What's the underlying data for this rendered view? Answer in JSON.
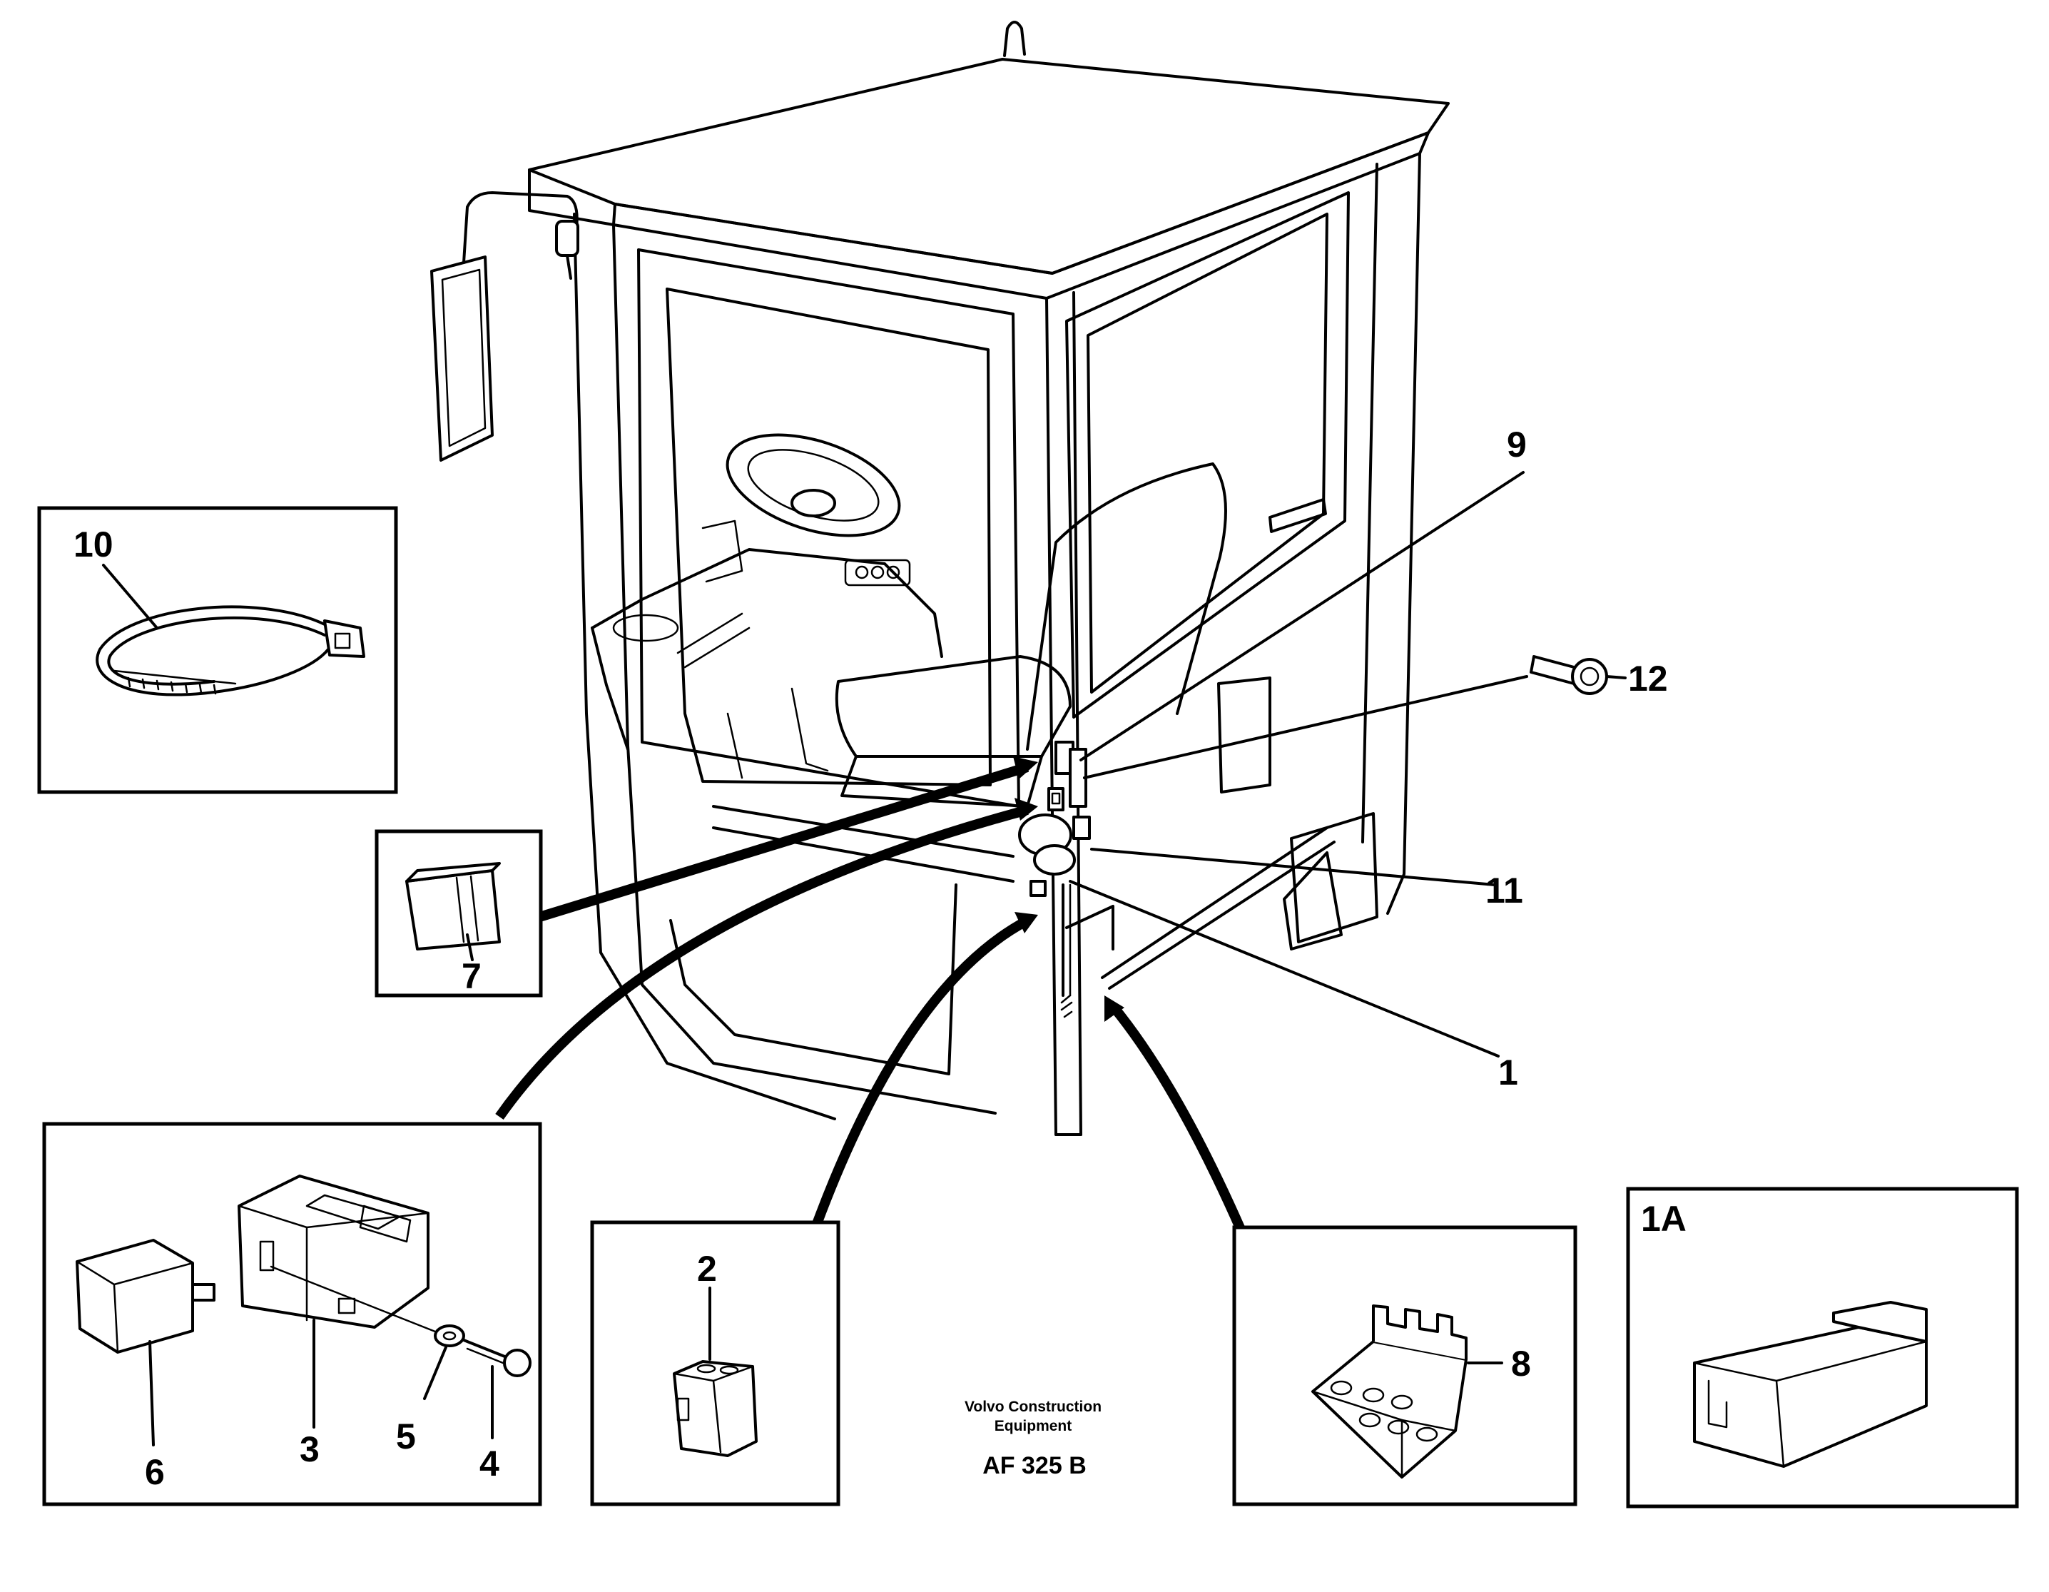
{
  "callouts": {
    "c1": "1",
    "c1a": "1A",
    "c2": "2",
    "c3": "3",
    "c4": "4",
    "c5": "5",
    "c6": "6",
    "c7": "7",
    "c8": "8",
    "c9": "9",
    "c10": "10",
    "c11": "11",
    "c12": "12"
  },
  "caption": {
    "line1": "Volvo Construction",
    "line2": "Equipment",
    "code": "AF 325 B"
  },
  "icons": [
    "cab-icon",
    "mirror-icon",
    "steering-wheel-icon",
    "seat-icon",
    "cable-tie-icon",
    "relay-icon",
    "switch-housing-icon",
    "washer-icon",
    "screw-icon",
    "plug-connector-icon",
    "fuse-icon",
    "fuse-holder-icon",
    "connector-housing-icon",
    "bolt-icon"
  ]
}
